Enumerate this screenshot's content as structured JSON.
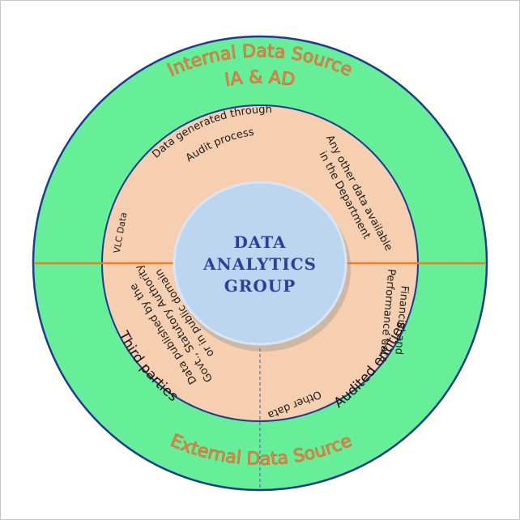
{
  "outer_ring": {
    "top_title_line1": "Internal Data Source",
    "top_title_line2": "IA & AD",
    "bottom_title": "External Data Source",
    "left_label": "Third parties",
    "right_label": "Audited entities"
  },
  "inner_ring": {
    "top": [
      "Data generated through",
      "Audit process"
    ],
    "top_right": [
      "Any other data available",
      "in the Department"
    ],
    "left_top": "VLC Data",
    "right_bottom": [
      "Financial and",
      "Performance data"
    ],
    "bottom_right": "Other data",
    "bottom_left": [
      "Data published by the",
      "Govt., Statutory Authority",
      "or in public domain"
    ]
  },
  "center": {
    "line1": "DATA",
    "line2": "ANALYTICS",
    "line3": "GROUP"
  },
  "colors": {
    "outer_fill": "#66ee99",
    "inner_fill": "#f6cfb0",
    "center_fill": "#bcd6ef",
    "divider": "#f47c20",
    "ring_border": "#1f3a93"
  }
}
